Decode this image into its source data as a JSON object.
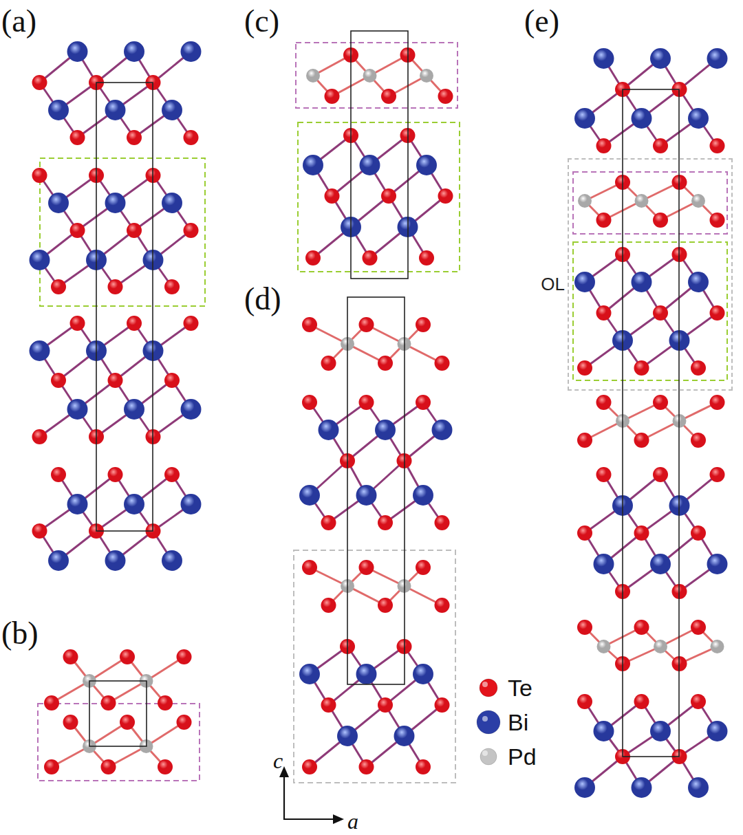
{
  "diagram": {
    "nodes": [
      {
        "text": [
          "OL"
        ]
      }
    ],
    "labels": [
      "(a)",
      "(b)",
      "(c)",
      "(d)",
      "(e)",
      "c",
      "a"
    ],
    "legend": [
      {
        "text": "Te",
        "color": "#e3131b"
      },
      {
        "text": "Bi",
        "color": "#2b3ea6"
      },
      {
        "text": "Pd",
        "color": "#c4c4c4"
      }
    ]
  }
}
